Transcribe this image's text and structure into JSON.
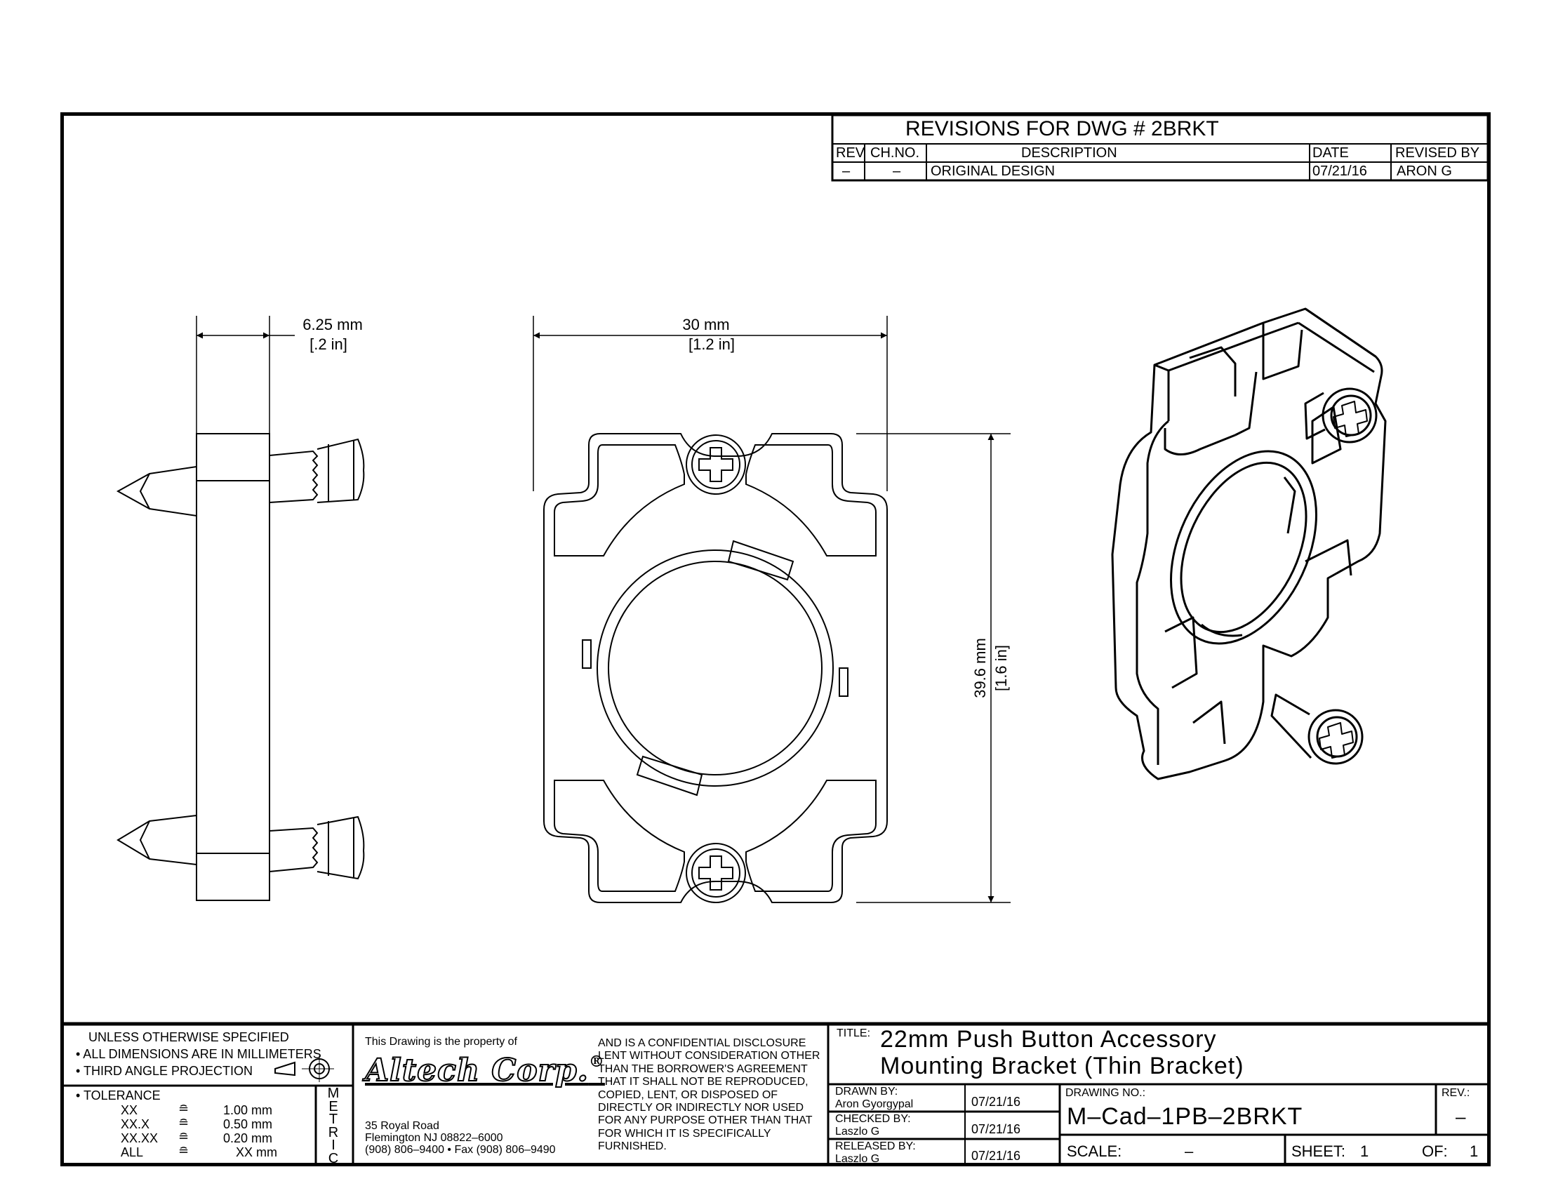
{
  "revisions": {
    "title": "REVISIONS  FOR  DWG  #   2BRKT",
    "headers": {
      "rev": "REV",
      "chno": "CH.NO.",
      "description": "DESCRIPTION",
      "date": "DATE",
      "revised_by": "REVISED  BY"
    },
    "rows": [
      {
        "rev": "–",
        "chno": "–",
        "description": "ORIGINAL  DESIGN",
        "date": "07/21/16",
        "revised_by": "ARON  G"
      }
    ]
  },
  "dimensions": {
    "side_width_mm": "6.25 mm",
    "side_width_in": "[.2 in]",
    "front_width_mm": "30 mm",
    "front_width_in": "[1.2 in]",
    "front_height_mm": "39.6 mm",
    "front_height_in": "[1.6 in]"
  },
  "spec": {
    "heading": "UNLESS  OTHERWISE  SPECIFIED",
    "line1": "• ALL  DIMENSIONS  ARE  IN  MILLIMETERS",
    "line2": "• THIRD  ANGLE  PROJECTION",
    "tolerance_label": "• TOLERANCE",
    "tolerances": [
      {
        "key": "XX",
        "sym": "≘",
        "val": "1.00 mm"
      },
      {
        "key": "XX.X",
        "sym": "≘",
        "val": "0.50 mm"
      },
      {
        "key": "XX.XX",
        "sym": "≘",
        "val": "0.20 mm"
      },
      {
        "key": "ALL",
        "sym": "≘",
        "val": "XX mm"
      }
    ],
    "metric": [
      "M",
      "E",
      "T",
      "R",
      "I",
      "C"
    ]
  },
  "company": {
    "property_line": "This  Drawing  is  the  property  of",
    "logo": "Altech Corp.",
    "logo_mark": "®",
    "address1": "35  Royal  Road",
    "address2": "Flemington  NJ  08822–6000",
    "phone": "(908)  806–9400 • Fax  (908)  806–9490"
  },
  "disclosure": [
    "AND  IS  A  CONFIDENTIAL  DISCLOSURE",
    "LENT  WITHOUT  CONSIDERATION  OTHER",
    "THAN  THE  BORROWER'S  AGREEMENT",
    "THAT  IT  SHALL  NOT  BE  REPRODUCED,",
    "COPIED,  LENT,  OR  DISPOSED  OF",
    "DIRECTLY  OR  INDIRECTLY  NOR  USED",
    "FOR  ANY  PURPOSE  OTHER  THAN  THAT",
    "FOR  WHICH  IT  IS  SPECIFICALLY",
    "FURNISHED."
  ],
  "title_block": {
    "title_label": "TITLE:",
    "title_line1": "22mm  Push  Button  Accessory",
    "title_line2": "Mounting  Bracket  (Thin  Bracket)",
    "drawn_label": "DRAWN  BY:",
    "drawn_name": "Aron  Gyorgypal",
    "drawn_date": "07/21/16",
    "checked_label": "CHECKED  BY:",
    "checked_name": "Laszlo  G",
    "checked_date": "07/21/16",
    "released_label": "RELEASED  BY:",
    "released_name": "Laszlo  G",
    "released_date": "07/21/16",
    "drawing_no_label": "DRAWING  NO.:",
    "drawing_no": "M–Cad–1PB–2BRKT",
    "rev_label": "REV.:",
    "rev_value": "–",
    "scale_label": "SCALE:",
    "scale_value": "–",
    "sheet_label": "SHEET:",
    "sheet_value": "1",
    "of_label": "OF:",
    "of_value": "1"
  }
}
